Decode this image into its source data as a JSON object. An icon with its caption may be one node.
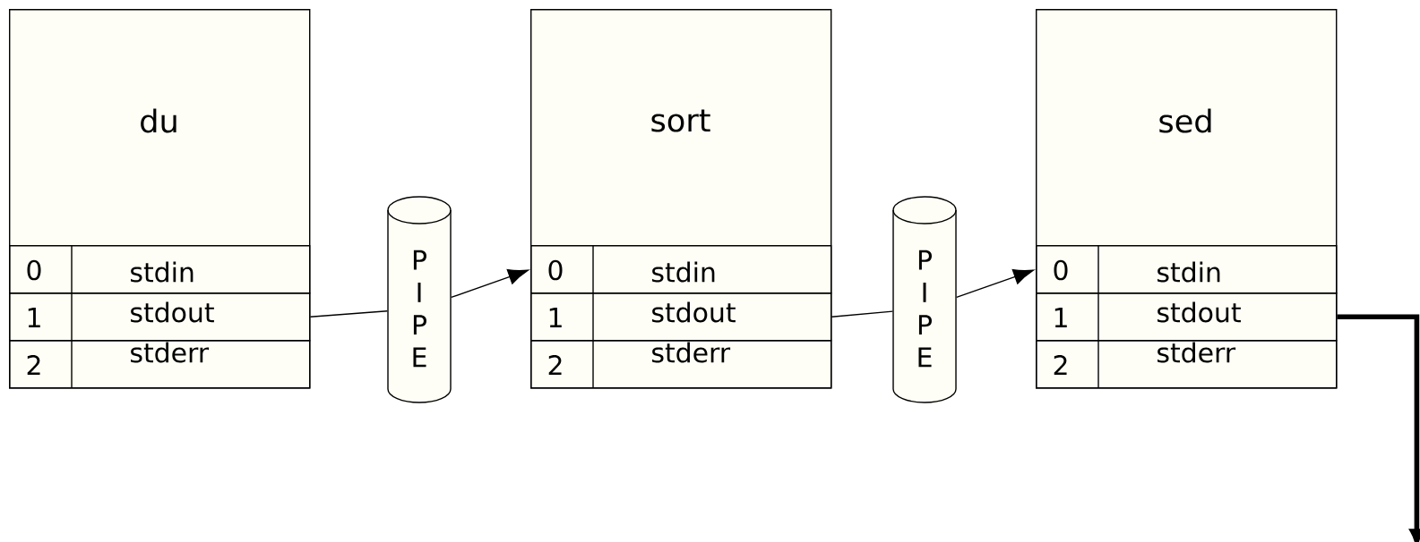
{
  "diagram": {
    "nodes": [
      {
        "text": [
          "du"
        ]
      },
      {
        "text": [
          "0",
          "stdin"
        ],
        "in": 0
      },
      {
        "text": [
          "1",
          "stdout"
        ],
        "in": 0
      },
      {
        "text": [
          "2",
          "stderr"
        ],
        "in": 0
      },
      {
        "text": [
          "P I P E"
        ]
      },
      {
        "text": [
          "sort"
        ]
      },
      {
        "text": [
          "0",
          "stdin"
        ],
        "in": 5
      },
      {
        "text": [
          "1",
          "stdout"
        ],
        "in": 5
      },
      {
        "text": [
          "2",
          "stderr"
        ],
        "in": 5
      },
      {
        "text": [
          "P I P E"
        ]
      },
      {
        "text": [
          "sed"
        ]
      },
      {
        "text": [
          "0",
          "stdin"
        ],
        "in": 10
      },
      {
        "text": [
          "1",
          "stdout"
        ],
        "in": 10
      },
      {
        "text": [
          "2",
          "stderr"
        ],
        "in": 10
      }
    ],
    "edges": [
      {
        "from": 2,
        "to": 4,
        "arrow": "none"
      },
      {
        "from": 4,
        "to": 6,
        "arrow": "to"
      },
      {
        "from": 7,
        "to": 9,
        "arrow": "none"
      },
      {
        "from": 9,
        "to": 11,
        "arrow": "to"
      },
      {
        "from": 12,
        "to": null,
        "arrow": "to",
        "style": "thick"
      }
    ]
  }
}
